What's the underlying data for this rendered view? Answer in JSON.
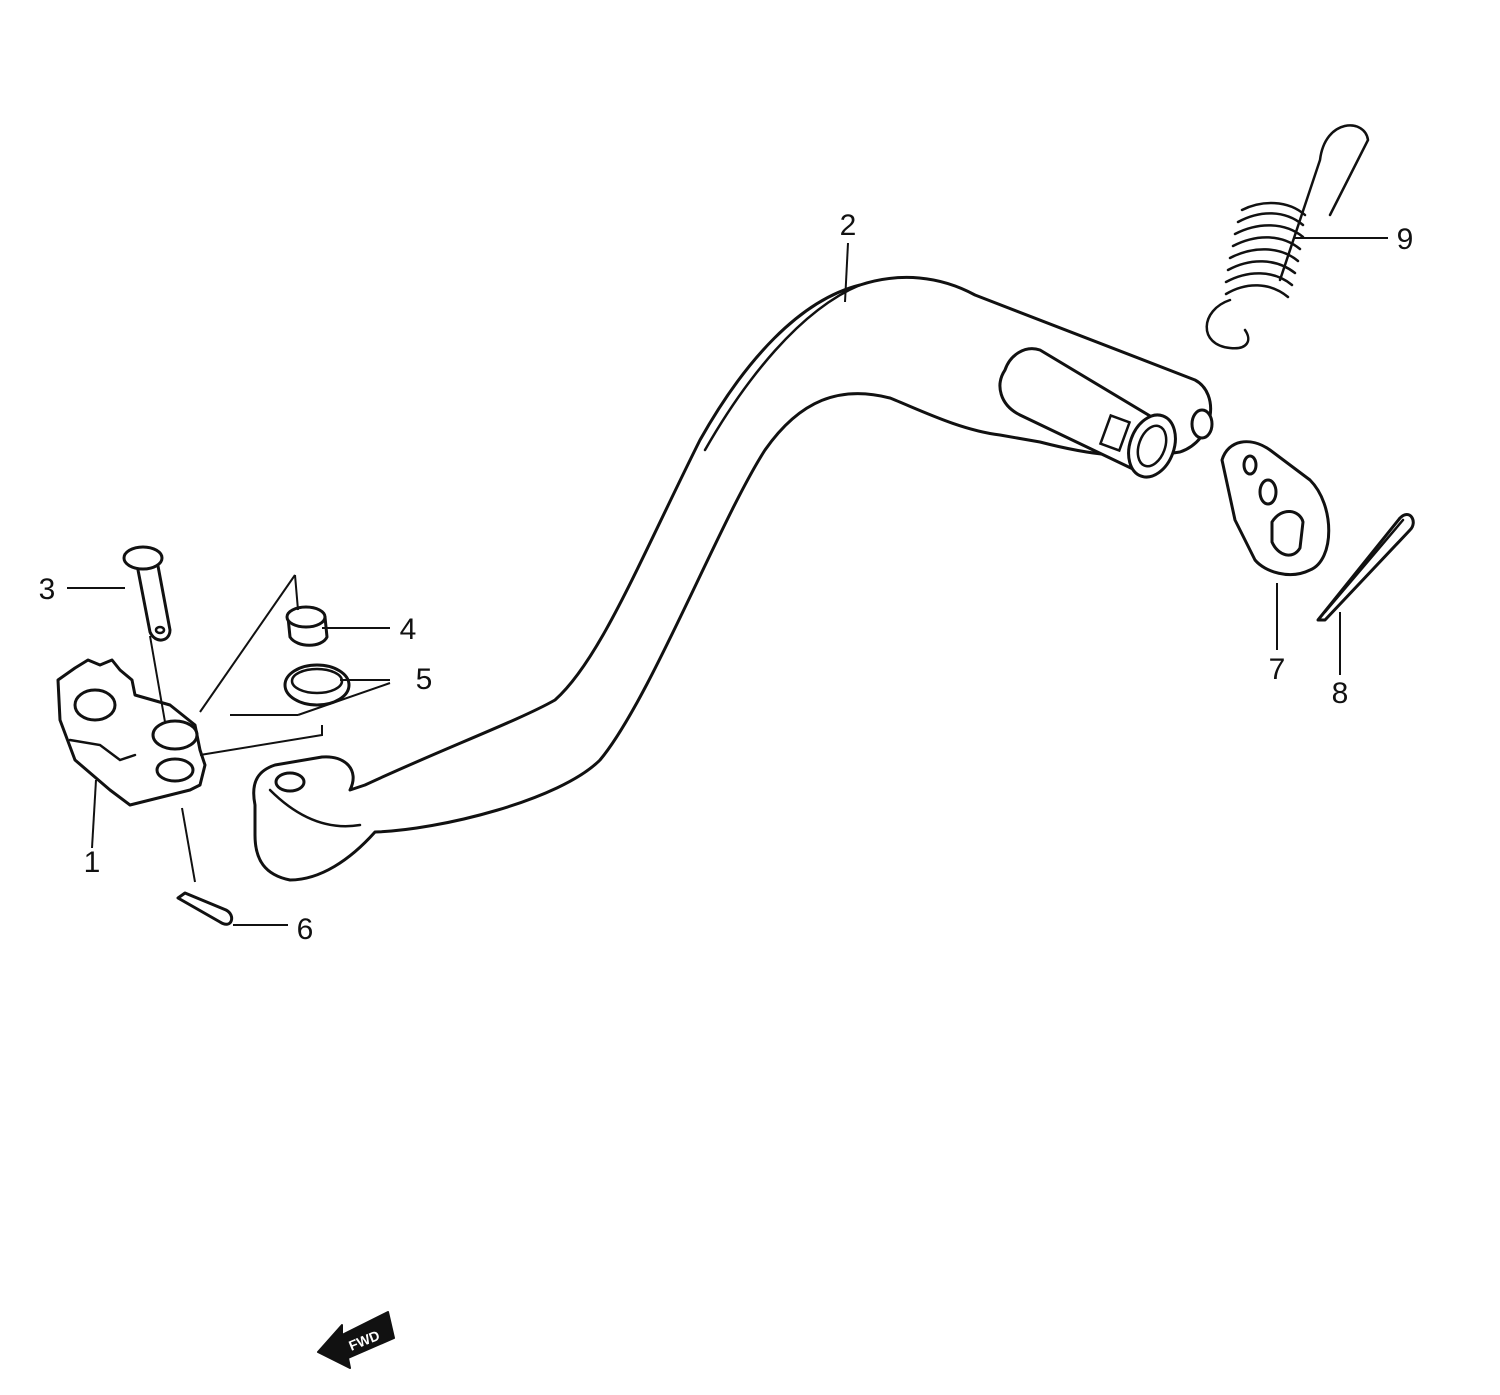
{
  "diagram": {
    "callouts": [
      {
        "id": "1",
        "label": "1"
      },
      {
        "id": "2",
        "label": "2"
      },
      {
        "id": "3",
        "label": "3"
      },
      {
        "id": "4",
        "label": "4"
      },
      {
        "id": "5",
        "label": "5"
      },
      {
        "id": "6",
        "label": "6"
      },
      {
        "id": "7",
        "label": "7"
      },
      {
        "id": "8",
        "label": "8"
      },
      {
        "id": "9",
        "label": "9"
      }
    ],
    "direction_marker": {
      "label": "FWD"
    }
  }
}
